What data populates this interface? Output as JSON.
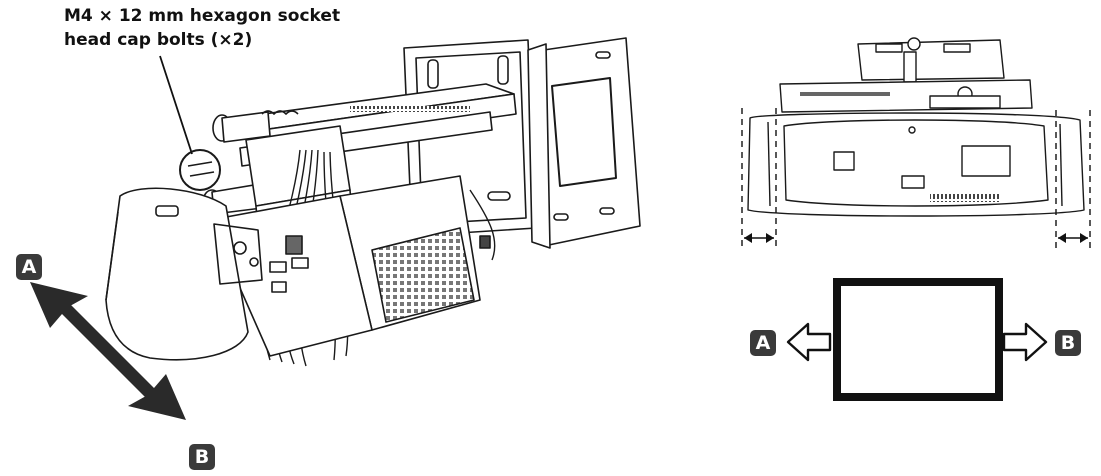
{
  "callout": {
    "line1": "M4 × 12 mm hexagon socket",
    "line2": "head cap bolts (×2)"
  },
  "badges": {
    "left_a": "A",
    "left_b": "B",
    "right_a": "A",
    "right_b": "B"
  },
  "colors": {
    "line": "#1a1a1a",
    "badge_fill": "#3a3a3a",
    "badge_text": "#ffffff",
    "arrow_fill": "#2a2a2a"
  }
}
